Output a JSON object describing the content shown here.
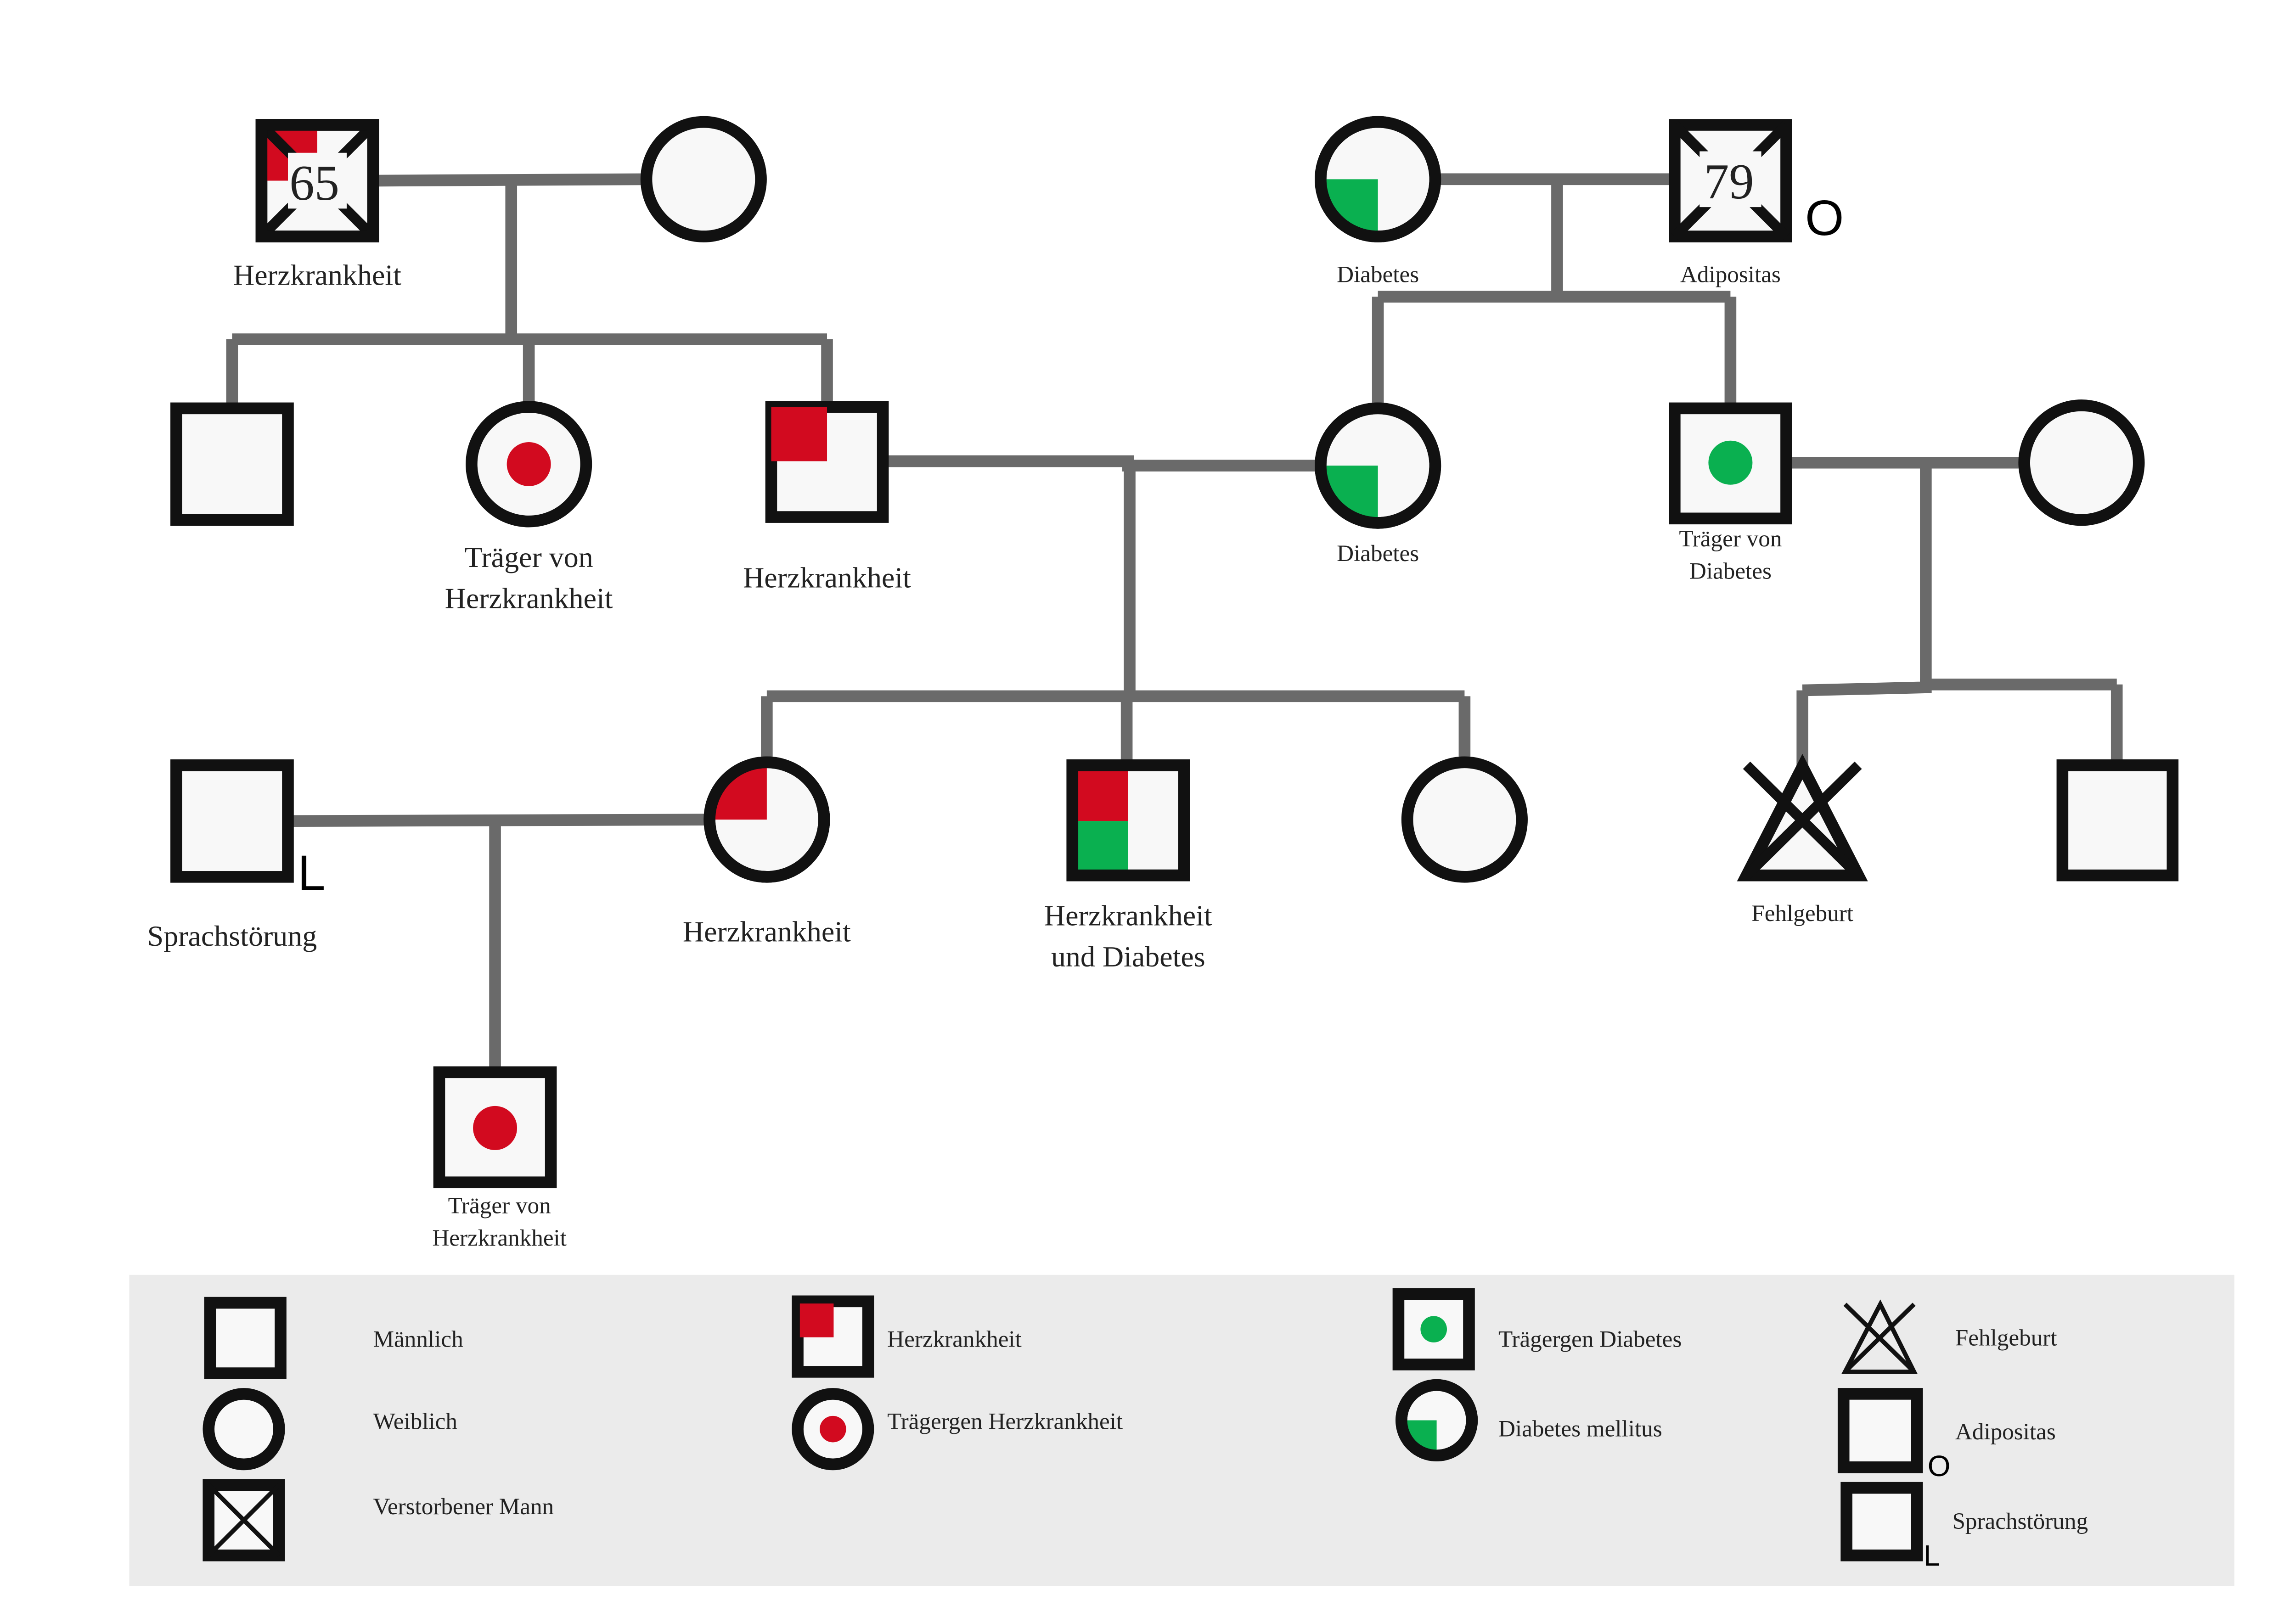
{
  "colors": {
    "heart": "#d20a1f",
    "diabetes": "#0ab050",
    "line": "#6a6a6a",
    "legend_bg": "#ebebeb"
  },
  "generation1": {
    "grandfather_left": {
      "age": "65",
      "label": "Herzkrankheit"
    },
    "grandmother_right": {
      "label": "Diabetes"
    },
    "grandfather_right": {
      "age": "79",
      "marker": "O",
      "label": "Adipositas"
    }
  },
  "generation2": {
    "carrier_daughter": {
      "label_line1": "Träger von",
      "label_line2": "Herzkrankheit"
    },
    "son_heart": {
      "label": "Herzkrankheit"
    },
    "daughter_diabetes": {
      "label": "Diabetes"
    },
    "son_carrier_diabetes": {
      "label_line1": "Träger von",
      "label_line2": "Diabetes"
    }
  },
  "generation3": {
    "husband": {
      "marker": "L",
      "label": "Sprachstörung"
    },
    "daughter_heart": {
      "label": "Herzkrankheit"
    },
    "son_both": {
      "label_line1": "Herzkrankheit",
      "label_line2": "und Diabetes"
    },
    "miscarriage": {
      "label": "Fehlgeburt"
    }
  },
  "generation4": {
    "son_carrier": {
      "label_line1": "Träger von",
      "label_line2": "Herzkrankheit"
    }
  },
  "legend": {
    "male": "Männlich",
    "female": "Weiblich",
    "deceased_male": "Verstorbener Mann",
    "heart_disease": "Herzkrankheit",
    "heart_carrier": "Trägergen Herzkrankheit",
    "diabetes_carrier": "Trägergen Diabetes",
    "diabetes": "Diabetes mellitus",
    "miscarriage": "Fehlgeburt",
    "obesity": "Adipositas",
    "obesity_marker": "O",
    "speech": "Sprachstörung",
    "speech_marker": "L"
  }
}
